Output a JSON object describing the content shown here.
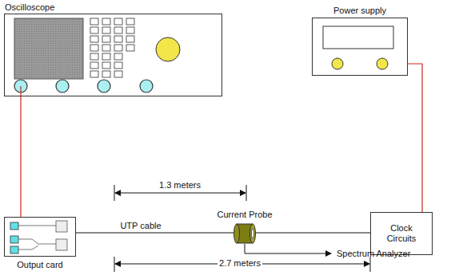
{
  "diagram": {
    "nodes": [
      {
        "text": [
          "Oscilloscope"
        ]
      },
      {
        "text": [
          "Power supply"
        ]
      },
      {
        "text": [
          "Output card"
        ]
      },
      {
        "text": [
          "Current Probe"
        ]
      },
      {
        "text": [
          "Clock Circuits"
        ]
      }
    ],
    "edges": [
      {
        "from": 0,
        "to": 2,
        "arrow": "none"
      },
      {
        "from": 1,
        "to": 4,
        "arrow": "none"
      },
      {
        "from": 2,
        "to": 3,
        "label": "UTP cable",
        "arrow": "none"
      },
      {
        "from": 3,
        "to": 4,
        "arrow": "none"
      }
    ],
    "labels": [
      "1.3 meters",
      "2.7 meters",
      "Spectrum Analyzer"
    ]
  }
}
